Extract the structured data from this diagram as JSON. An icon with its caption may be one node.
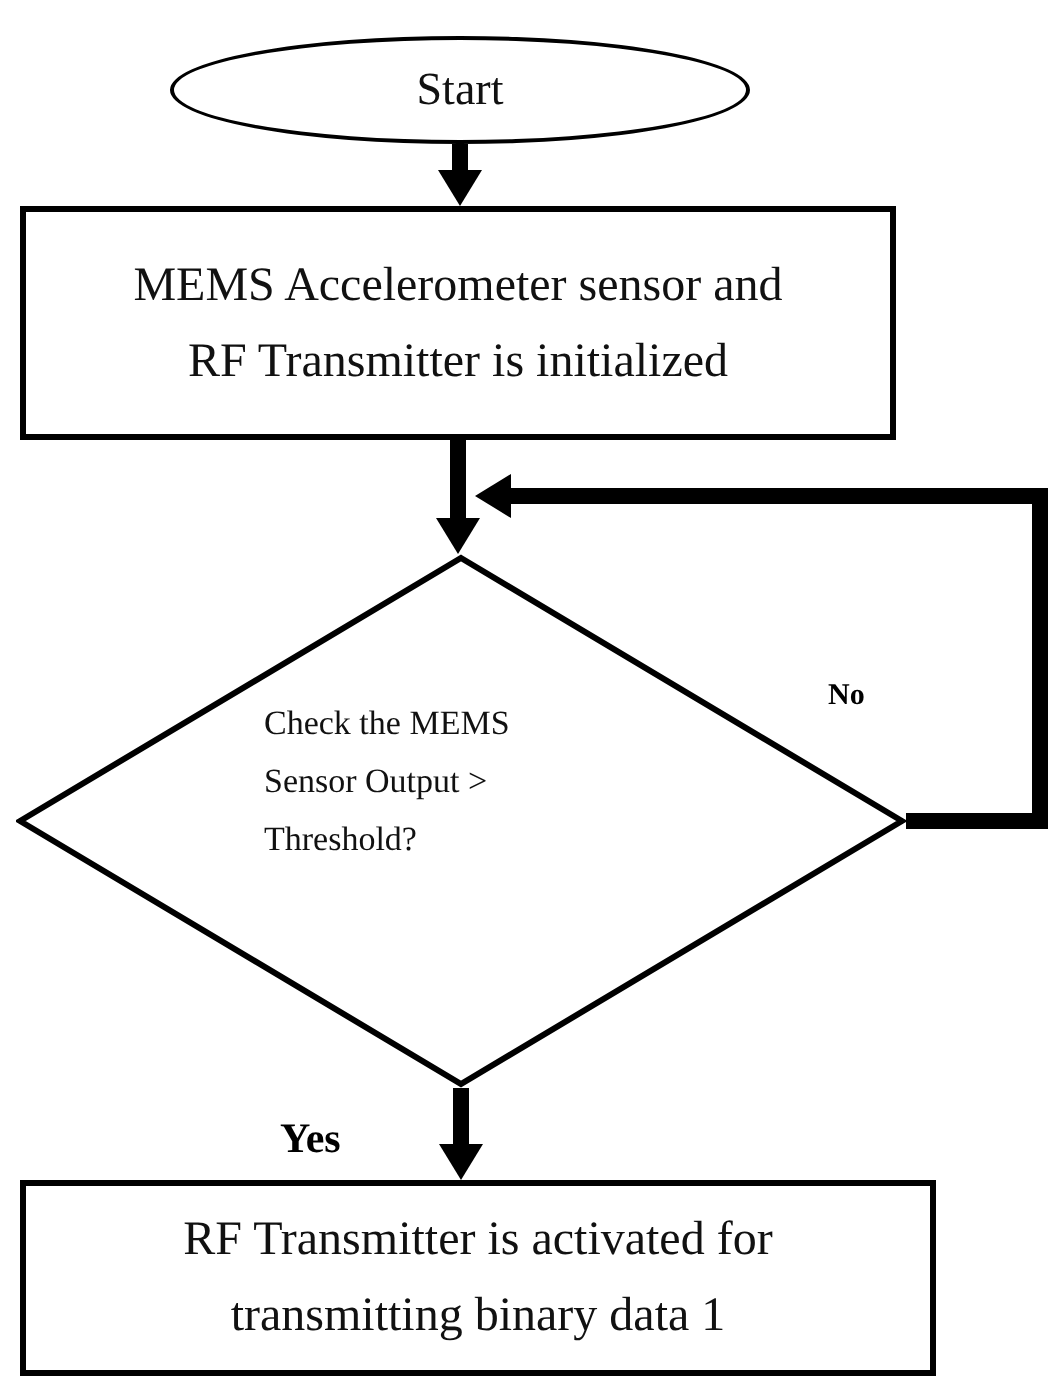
{
  "diagram": {
    "nodes": [
      {
        "text": [
          "Start"
        ]
      },
      {
        "text": [
          "MEMS Accelerometer sensor and RF Transmitter is initialized"
        ]
      },
      {
        "text": [
          "Check the MEMS Sensor Output > Threshold?"
        ]
      },
      {
        "text": [
          "RF Transmitter is activated for transmitting binary data 1"
        ]
      }
    ],
    "edges": [
      {
        "from": 0,
        "to": 1,
        "arrow": "to"
      },
      {
        "from": 1,
        "to": 2,
        "arrow": "to"
      },
      {
        "from": 2,
        "to": 2,
        "arrow": "to",
        "label": "No"
      },
      {
        "from": 2,
        "to": 3,
        "arrow": "to",
        "label": "Yes"
      }
    ]
  }
}
